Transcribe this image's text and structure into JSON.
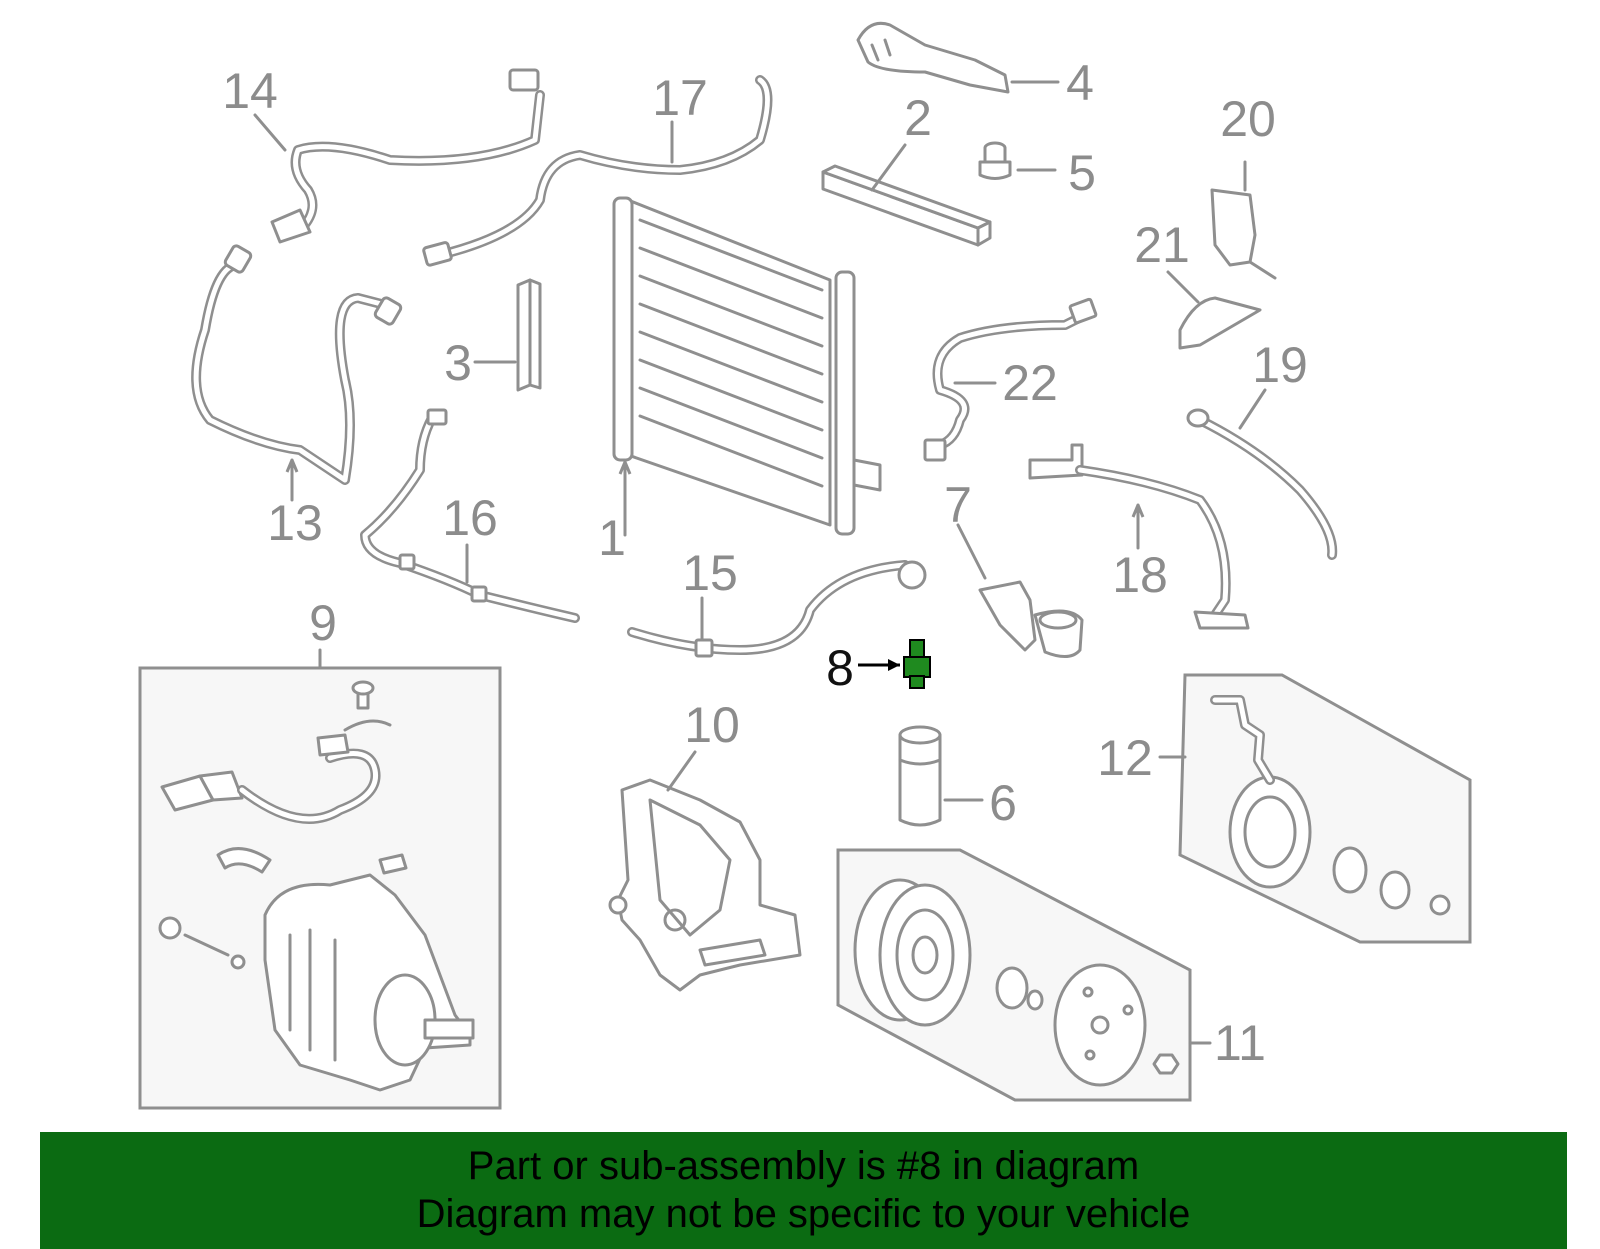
{
  "callouts": {
    "c1": "1",
    "c2": "2",
    "c3": "3",
    "c4": "4",
    "c5": "5",
    "c6": "6",
    "c7": "7",
    "c8": "8",
    "c9": "9",
    "c10": "10",
    "c11": "11",
    "c12": "12",
    "c13": "13",
    "c14": "14",
    "c15": "15",
    "c16": "16",
    "c17": "17",
    "c18": "18",
    "c19": "19",
    "c20": "20",
    "c21": "21",
    "c22": "22"
  },
  "highlighted_part": "8",
  "colors": {
    "banner_bg": "#0b6b12",
    "highlight": "#1f8a1f",
    "part_stroke": "#8f8f8f",
    "callout_text": "#8c8c8c"
  },
  "banner": {
    "line1": "Part or sub-assembly is #8 in diagram",
    "line2": "Diagram may not be specific to your vehicle"
  }
}
